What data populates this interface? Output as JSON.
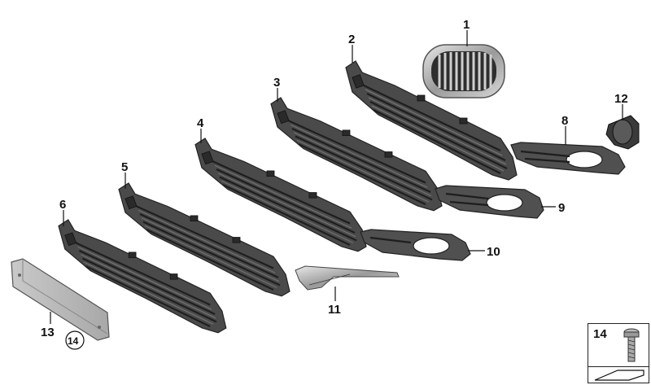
{
  "diagram": {
    "parts": [
      {
        "label": "1",
        "part": "kidney-grille-chrome"
      },
      {
        "label": "2",
        "part": "grille-outer-a"
      },
      {
        "label": "3",
        "part": "grille-outer-b"
      },
      {
        "label": "4",
        "part": "grille-outer-c"
      },
      {
        "label": "5",
        "part": "grille-outer-d"
      },
      {
        "label": "6",
        "part": "grille-outer-e"
      },
      {
        "label": "8",
        "part": "fog-lamp-trim-a"
      },
      {
        "label": "9",
        "part": "fog-lamp-trim-b"
      },
      {
        "label": "10",
        "part": "fog-lamp-trim-c"
      },
      {
        "label": "11",
        "part": "chrome-trim-strip"
      },
      {
        "label": "12",
        "part": "cover-cap"
      },
      {
        "label": "13",
        "part": "license-plate-base"
      },
      {
        "label": "14",
        "part": "screw-circled-reference"
      }
    ],
    "fastener_box": {
      "label": "14",
      "icon": "screw-icon"
    }
  }
}
